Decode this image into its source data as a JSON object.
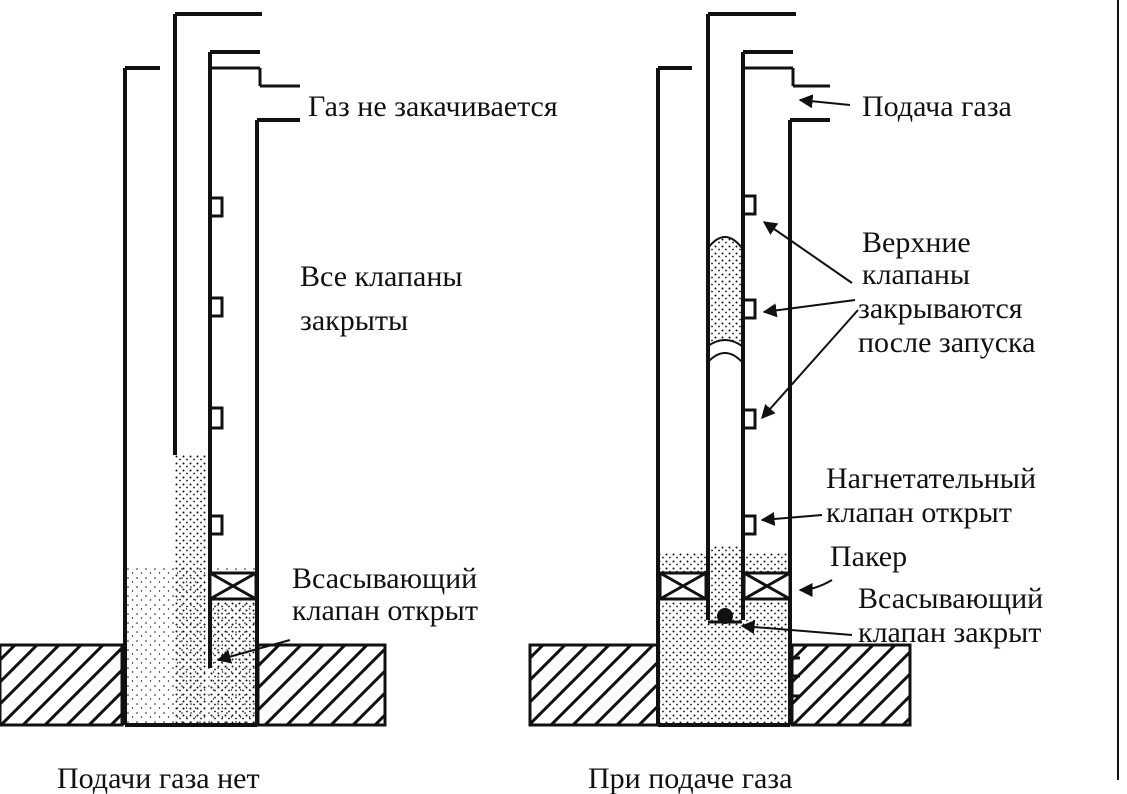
{
  "left_panel": {
    "caption": "Подачи газа нет",
    "gas_label": "Газ не закачивается",
    "valves_label_line1": "Все клапаны",
    "valves_label_line2": "закрыты",
    "intake_label_line1": "Всасывающий",
    "intake_label_line2": "клапан открыт"
  },
  "right_panel": {
    "caption": "При подаче газа",
    "gas_label": "Подача газа",
    "upper_label_line1": "Верхние",
    "upper_label_line2": "клапаны",
    "upper_label_line3": "закрываются",
    "upper_label_line4": "после запуска",
    "discharge_label_line1": "Нагнетательный",
    "discharge_label_line2": "клапан открыт",
    "packer_label": "Пакер",
    "intake_label_line1": "Всасывающий",
    "intake_label_line2": "клапан закрыт"
  }
}
